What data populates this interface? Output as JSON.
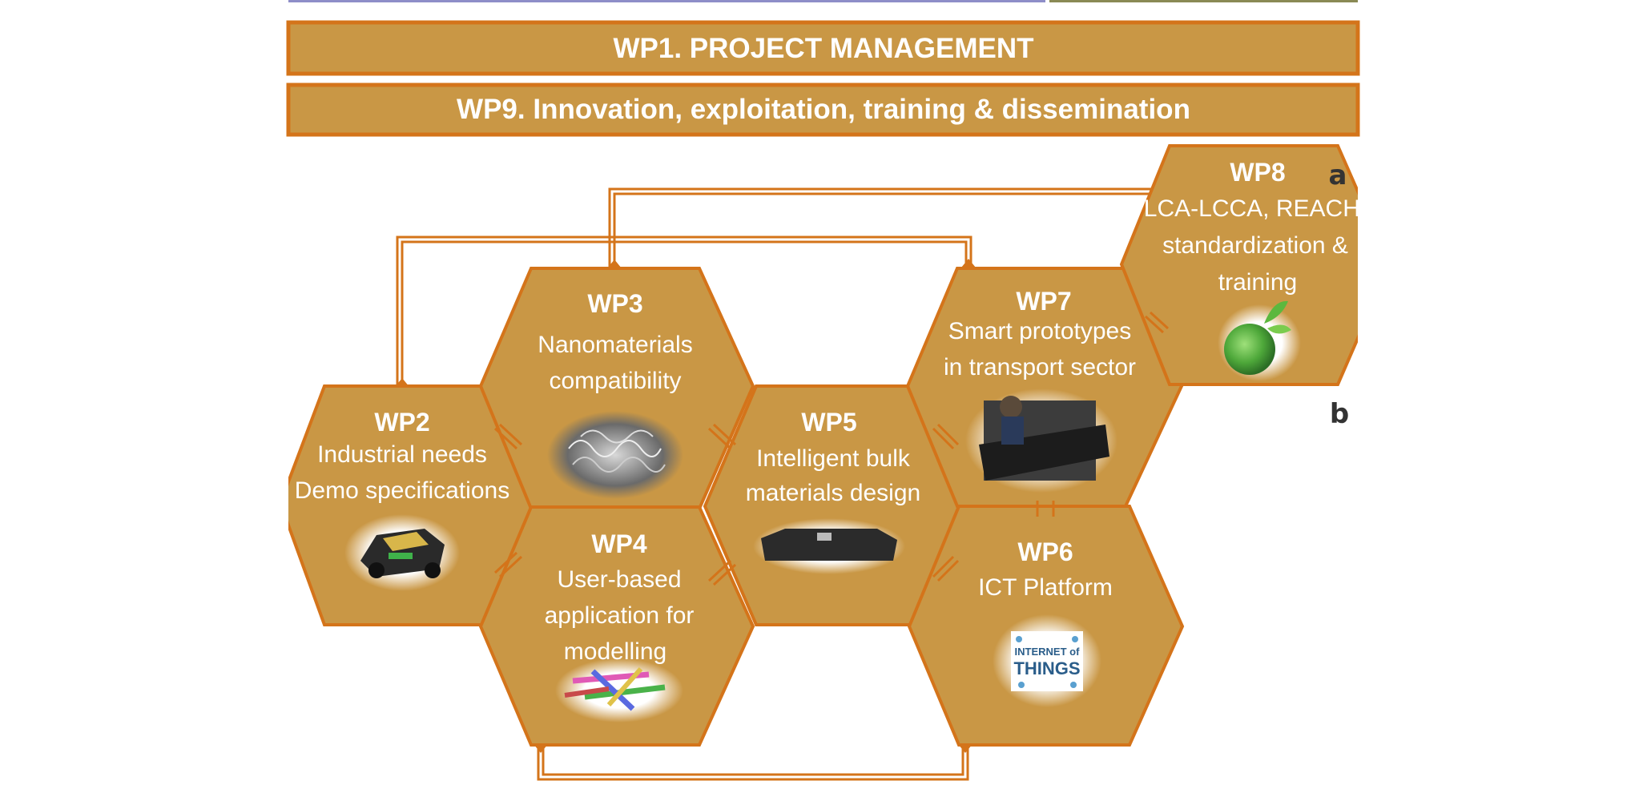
{
  "colors": {
    "hex_fill": "#C99745",
    "hex_stroke": "#D4741A",
    "banner_fill": "#C99745",
    "banner_stroke": "#D4741A",
    "text": "#FFFFFF",
    "panel_letter": "#333333"
  },
  "banners": [
    {
      "id": "wp1",
      "text": "WP1. PROJECT MANAGEMENT"
    },
    {
      "id": "wp9",
      "text": "WP9. Innovation, exploitation, training & dissemination"
    }
  ],
  "hexagons": [
    {
      "id": "wp2",
      "title": "WP2",
      "lines": [
        "Industrial needs",
        "Demo specifications"
      ],
      "image_icon": "racing-car-photo"
    },
    {
      "id": "wp3",
      "title": "WP3",
      "lines": [
        "Nanomaterials",
        "compatibility"
      ],
      "image_icon": "nanomaterial-micrograph"
    },
    {
      "id": "wp4",
      "title": "WP4",
      "lines": [
        "User-based",
        "application for",
        "modelling"
      ],
      "image_icon": "molecular-model-render"
    },
    {
      "id": "wp5",
      "title": "WP5",
      "lines": [
        "Intelligent bulk",
        "materials design"
      ],
      "image_icon": "bulk-material-part-photo"
    },
    {
      "id": "wp6",
      "title": "WP6",
      "lines": [
        "ICT Platform"
      ],
      "image_icon": "internet-of-things-graphic"
    },
    {
      "id": "wp7",
      "title": "WP7",
      "lines": [
        "Smart prototypes",
        "in transport sector"
      ],
      "image_icon": "workshop-prototype-photo"
    },
    {
      "id": "wp8",
      "title": "WP8",
      "lines": [
        "LCA-LCCA, REACH,",
        "standardization &",
        "training"
      ],
      "image_icon": "green-earth-globe"
    }
  ],
  "internet_of_things": {
    "line1": "INTERNET of",
    "line2": "THINGS"
  },
  "panel_labels": {
    "a": "a",
    "b": "b"
  }
}
